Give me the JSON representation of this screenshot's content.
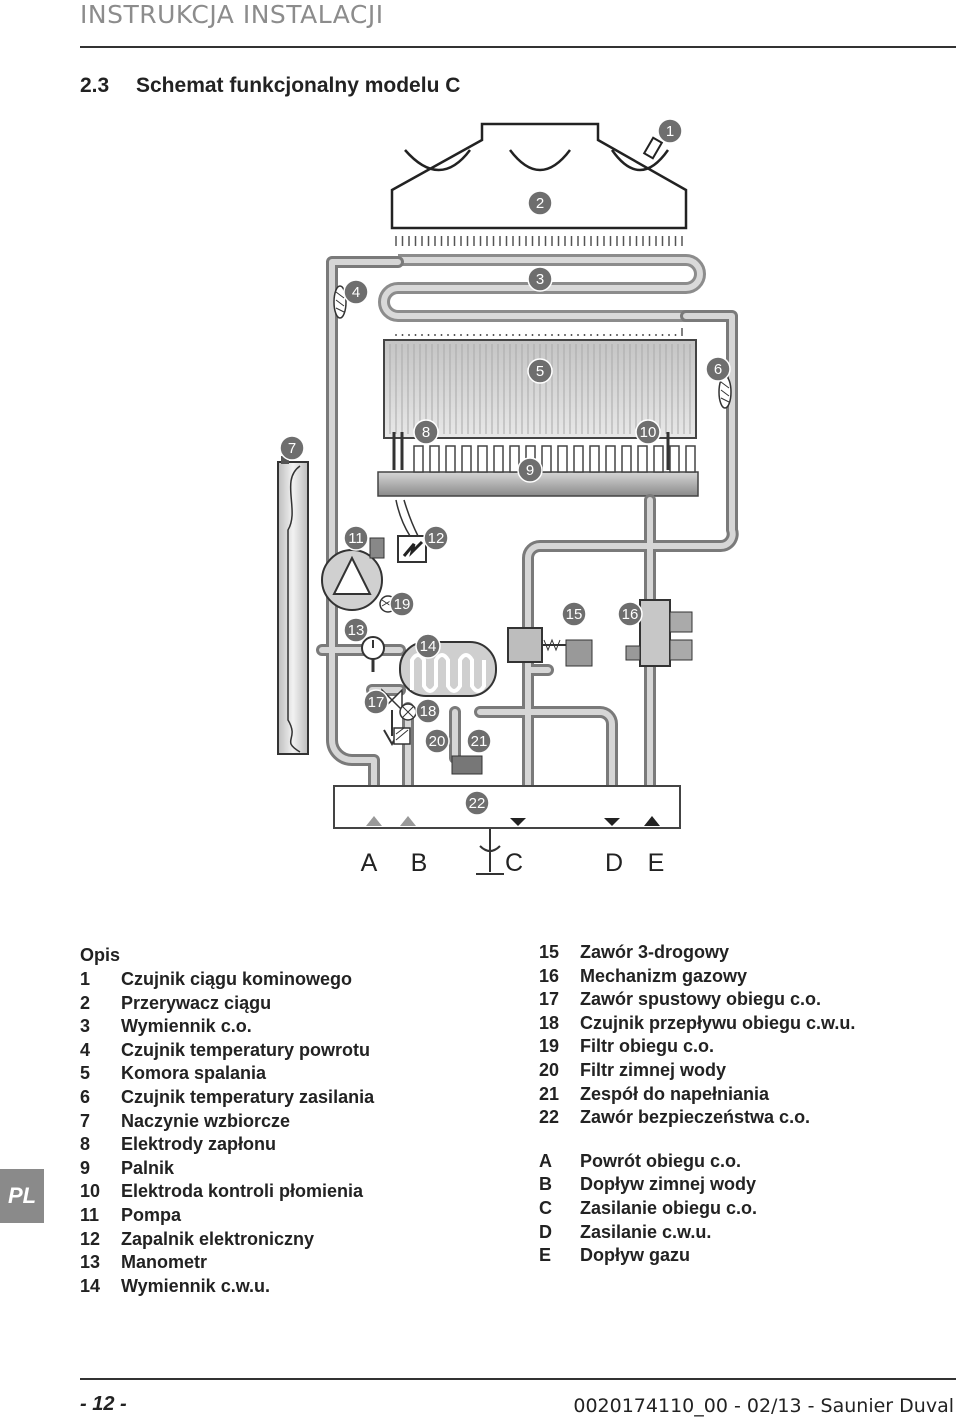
{
  "header": {
    "title": "INSTRUKCJA INSTALACJI"
  },
  "section": {
    "number": "2.3",
    "title": "Schemat funkcjonalny modelu C"
  },
  "diagram": {
    "callouts": [
      "1",
      "2",
      "3",
      "4",
      "5",
      "6",
      "7",
      "8",
      "9",
      "10",
      "11",
      "12",
      "13",
      "14",
      "15",
      "16",
      "17",
      "18",
      "19",
      "20",
      "21",
      "22"
    ],
    "connections": [
      "A",
      "B",
      "C",
      "D",
      "E"
    ]
  },
  "legend": {
    "title": "Opis",
    "items": [
      {
        "key": "1",
        "label": "Czujnik ciągu kominowego"
      },
      {
        "key": "2",
        "label": "Przerywacz ciągu"
      },
      {
        "key": "3",
        "label": "Wymiennik c.o."
      },
      {
        "key": "4",
        "label": "Czujnik temperatury powrotu"
      },
      {
        "key": "5",
        "label": "Komora spalania"
      },
      {
        "key": "6",
        "label": "Czujnik temperatury zasilania"
      },
      {
        "key": "7",
        "label": "Naczynie wzbiorcze"
      },
      {
        "key": "8",
        "label": "Elektrody zapłonu"
      },
      {
        "key": "9",
        "label": "Palnik"
      },
      {
        "key": "10",
        "label": "Elektroda kontroli płomienia"
      },
      {
        "key": "11",
        "label": "Pompa"
      },
      {
        "key": "12",
        "label": "Zapalnik elektroniczny"
      },
      {
        "key": "13",
        "label": "Manometr"
      },
      {
        "key": "14",
        "label": "Wymiennik c.w.u."
      },
      {
        "key": "15",
        "label": "Zawór 3-drogowy"
      },
      {
        "key": "16",
        "label": "Mechanizm gazowy"
      },
      {
        "key": "17",
        "label": "Zawór spustowy obiegu c.o."
      },
      {
        "key": "18",
        "label": "Czujnik przepływu obiegu c.w.u."
      },
      {
        "key": "19",
        "label": "Filtr obiegu c.o."
      },
      {
        "key": "20",
        "label": "Filtr zimnej wody"
      },
      {
        "key": "21",
        "label": "Zespół do napełniania"
      },
      {
        "key": "22",
        "label": "Zawór bezpieczeństwa c.o."
      }
    ],
    "letters": [
      {
        "key": "A",
        "label": "Powrót obiegu c.o."
      },
      {
        "key": "B",
        "label": "Dopływ zimnej wody"
      },
      {
        "key": "C",
        "label": "Zasilanie obiegu c.o."
      },
      {
        "key": "D",
        "label": "Zasilanie c.w.u."
      },
      {
        "key": "E",
        "label": "Dopływ gazu"
      }
    ]
  },
  "side_tab": "PL",
  "footer": {
    "page": "- 12 -",
    "doc": "0020174110_00 - 02/13 - Saunier Duval"
  }
}
